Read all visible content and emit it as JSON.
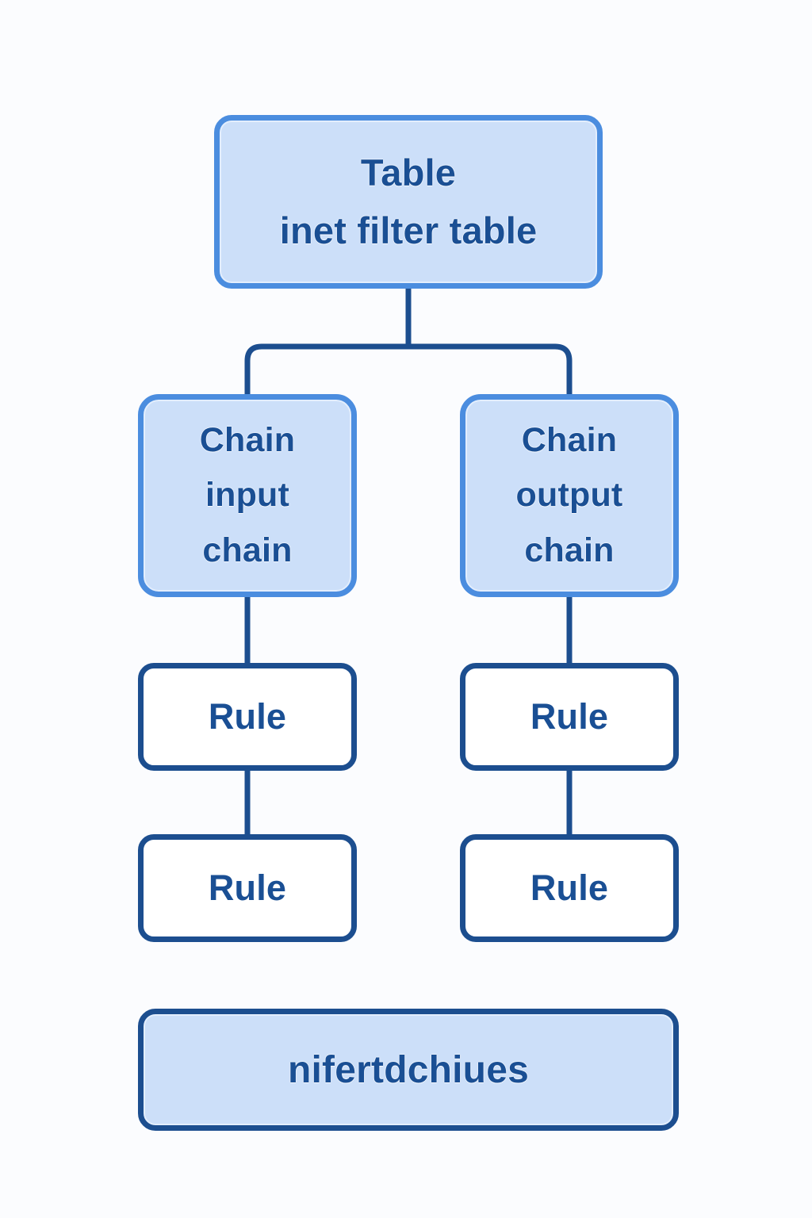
{
  "diagram": {
    "title_node": {
      "kind_label": "Table",
      "name_label": "inet filter table"
    },
    "chains": [
      {
        "kind_label": "Chain",
        "hook_label": "input",
        "type_label": "chain",
        "rules": [
          {
            "label": "Rule"
          },
          {
            "label": "Rule"
          }
        ]
      },
      {
        "kind_label": "Chain",
        "hook_label": "output",
        "type_label": "chain",
        "rules": [
          {
            "label": "Rule"
          },
          {
            "label": "Rule"
          }
        ]
      }
    ],
    "footer_node": {
      "label": "nifertdchiues"
    },
    "colors": {
      "background": "#fbfcfe",
      "node_fill_blue": "#ccdff9",
      "node_fill_white": "#ffffff",
      "border_light_blue": "#4b8ddf",
      "border_navy": "#1c4e8f",
      "text_navy": "#1a4f94",
      "connector": "#1c4e8f"
    }
  }
}
